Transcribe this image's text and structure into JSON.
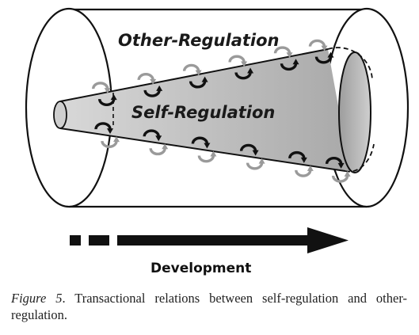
{
  "labels": {
    "other_regulation": "Other-Regulation",
    "self_regulation": "Self-Regulation",
    "development": "Development"
  },
  "caption": {
    "figure_label": "Figure 5",
    "text": ". Transactional relations between self-regulation and other-regulation."
  },
  "colors": {
    "outline": "#111111",
    "inner_cone": "#bdbdbd",
    "inner_ellipse": "#c4c4c4",
    "arrow_black": "#111111",
    "arrow_gray": "#9a9a9a"
  },
  "icons": {
    "transaction": "circular-arrow-icon",
    "development": "right-arrow-icon"
  }
}
